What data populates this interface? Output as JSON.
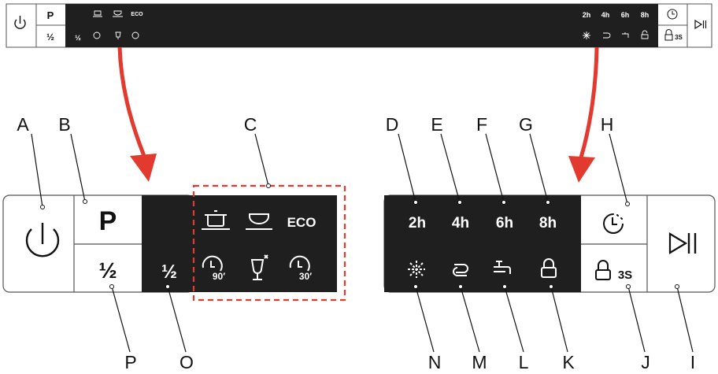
{
  "thumbnail": {
    "program_label": "P",
    "half_label": "½",
    "half_display_label": "½",
    "eco_label": "ECO",
    "timer_labels": [
      "2h",
      "4h",
      "6h",
      "8h"
    ],
    "lock_label": "3S"
  },
  "panel": {
    "program_label": "P",
    "half_label": "½",
    "half_display_label": "½",
    "eco_label": "ECO",
    "timer_labels": [
      "2h",
      "4h",
      "6h",
      "8h"
    ],
    "lock_label": "3S"
  },
  "callouts": [
    "A",
    "B",
    "C",
    "D",
    "E",
    "F",
    "G",
    "H",
    "I",
    "J",
    "K",
    "L",
    "M",
    "N",
    "O",
    "P"
  ],
  "colors": {
    "panel_dark": "#1f1f1f",
    "outline": "#555555",
    "arrow_red": "#e23a2e",
    "highlight_red": "#e23a2e"
  },
  "icons": [
    "power-icon",
    "pot-icon",
    "bowl-icon",
    "clock-90-icon",
    "glass-icon",
    "clock-30-icon",
    "sparkle-icon",
    "cycle-icon",
    "faucet-icon",
    "lock-icon",
    "delay-timer-icon",
    "play-pause-icon"
  ]
}
